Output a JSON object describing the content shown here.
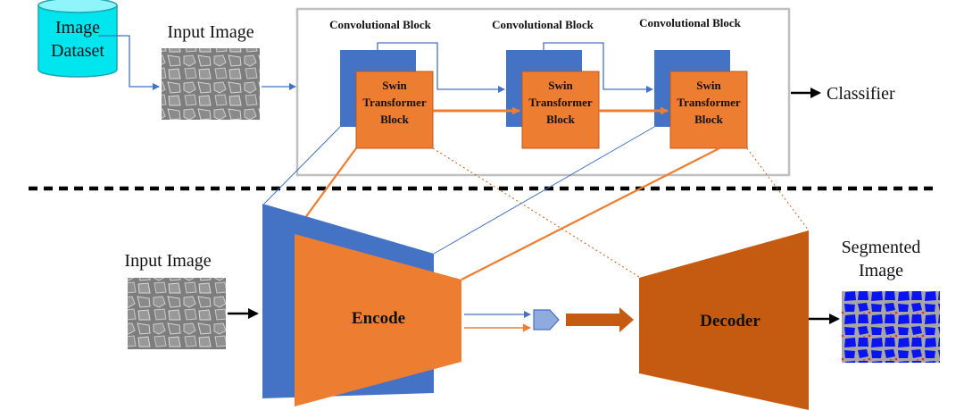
{
  "top": {
    "dataset_line1": "Image",
    "dataset_line2": "Dataset",
    "input_label": "Input Image",
    "conv_block_label": "Convolutional Block",
    "swin_line1": "Swin",
    "swin_line2": "Transformer",
    "swin_line3": "Block",
    "classifier_label": "Classifier"
  },
  "bottom": {
    "input_label": "Input Image",
    "encoder_label": "Encode",
    "decoder_label": "Decoder",
    "output_line1": "Segmented",
    "output_line2": "Image"
  },
  "colors": {
    "conv_blue": "#4472c4",
    "swin_orange": "#ed7d31",
    "decoder_orange": "#c55a11",
    "dataset_cyan": "#00e5ee",
    "frame_gray": "#bfbfbf",
    "segment_blue": "#0a14f0"
  },
  "icons": {
    "dataset": "cylinder-database-icon",
    "bottleneck": "pentagon-arrow-icon"
  }
}
